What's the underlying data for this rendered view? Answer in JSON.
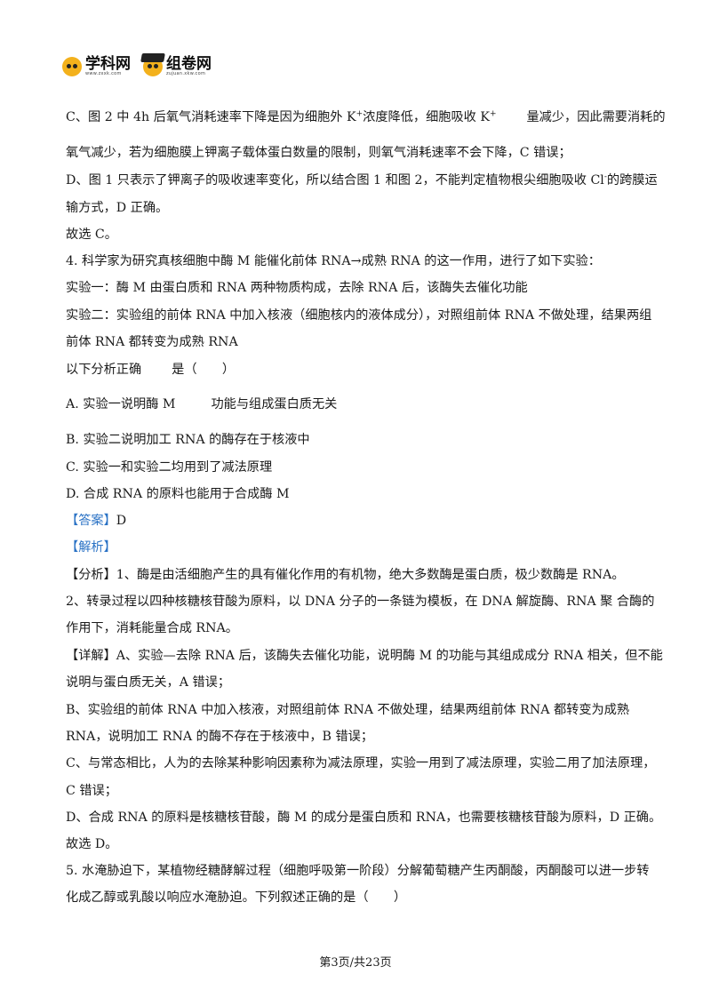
{
  "logos": [
    {
      "name": "学科网",
      "sub": "www.zxxk.com"
    },
    {
      "name": "组卷网",
      "sub": "zujuan.xkw.com"
    }
  ],
  "lines": [
    {
      "id": "l1a",
      "text": "C、图 2 中 4h 后氧气消耗速率下降是因为细胞外 K"
    },
    {
      "id": "l1b",
      "text": "浓度降低，细胞吸收 K"
    },
    {
      "id": "l1c",
      "text": "量减少，因此需要消耗的"
    },
    {
      "id": "l2",
      "text": "氧气减少，若为细胞膜上钾离子载体蛋白数量的限制，则氧气消耗速率不会下降，C 错误；"
    },
    {
      "id": "l3",
      "text": "D、图 1 只表示了钾离子的吸收速率变化，所以结合图 1 和图 2，不能判定植物根尖细胞吸收 Cl"
    },
    {
      "id": "l3b",
      "text": "的跨膜运"
    },
    {
      "id": "l4",
      "text": "输方式，D 正确。"
    },
    {
      "id": "l5",
      "text": "故选 C。"
    },
    {
      "id": "l6",
      "text": "4. 科学家为研究真核细胞中酶 M 能催化前体 RNA→成熟 RNA 的这一作用，进行了如下实验："
    },
    {
      "id": "l7",
      "text": "实验一：酶 M 由蛋白质和 RNA 两种物质构成，去除 RNA 后，该酶失去催化功能"
    },
    {
      "id": "l8",
      "text": "实验二：实验组的前体 RNA 中加入核液（细胞核内的液体成分），对照组前体 RNA 不做处理，结果两组"
    },
    {
      "id": "l9",
      "text": "前体 RNA 都转变为成熟 RNA"
    },
    {
      "id": "l10a",
      "text": "以下分析正确"
    },
    {
      "id": "l10b",
      "text": "是（　　）"
    },
    {
      "id": "l11a",
      "text": "A. 实验一说明酶 M"
    },
    {
      "id": "l11b",
      "text": "功能与组成蛋白质无关"
    },
    {
      "id": "l12",
      "text": "B. 实验二说明加工 RNA 的酶存在于核液中"
    },
    {
      "id": "l13",
      "text": "C. 实验一和实验二均用到了减法原理"
    },
    {
      "id": "l14",
      "text": "D. 合成 RNA 的原料也能用于合成酶 M"
    },
    {
      "id": "l15a",
      "text": "【答案】"
    },
    {
      "id": "l15b",
      "text": "D"
    },
    {
      "id": "l16",
      "text": "【解析】"
    },
    {
      "id": "l17",
      "text": "【分析】1、酶是由活细胞产生的具有催化作用的有机物，绝大多数酶是蛋白质，极少数酶是 RNA。"
    },
    {
      "id": "l18",
      "text": "2、转录过程以四种核糖核苷酸为原料，以 DNA 分子的一条链为模板，在 DNA 解旋酶、RNA 聚  合酶的"
    },
    {
      "id": "l19",
      "text": "作用下，消耗能量合成 RNA。"
    },
    {
      "id": "l20",
      "text": "【详解】A、实验—去除 RNA 后，该酶失去催化功能，说明酶 M 的功能与其组成成分 RNA 相关，但不能"
    },
    {
      "id": "l21",
      "text": "说明与蛋白质无关，A 错误；"
    },
    {
      "id": "l22",
      "text": "B、实验组的前体 RNA 中加入核液，对照组前体 RNA 不做处理，结果两组前体 RNA 都转变为成熟"
    },
    {
      "id": "l23",
      "text": "RNA，说明加工 RNA 的酶不存在于核液中，B 错误；"
    },
    {
      "id": "l24",
      "text": "C、与常态相比，人为的去除某种影响因素称为减法原理，实验一用到了减法原理，实验二用了加法原理，"
    },
    {
      "id": "l25",
      "text": "C 错误；"
    },
    {
      "id": "l26",
      "text": "D、合成 RNA 的原料是核糖核苷酸，酶 M 的成分是蛋白质和 RNA，也需要核糖核苷酸为原料，D 正确。"
    },
    {
      "id": "l27",
      "text": "故选 D。"
    },
    {
      "id": "l28",
      "text": "5. 水淹胁迫下，某植物经糖酵解过程（细胞呼吸第一阶段）分解葡萄糖产生丙酮酸，丙酮酸可以进一步转"
    },
    {
      "id": "l29",
      "text": "化成乙醇或乳酸以响应水淹胁迫。下列叙述正确的是（　　）"
    }
  ],
  "sup_plus": "+",
  "sup_minus": "-",
  "footer": "第3页/共23页"
}
